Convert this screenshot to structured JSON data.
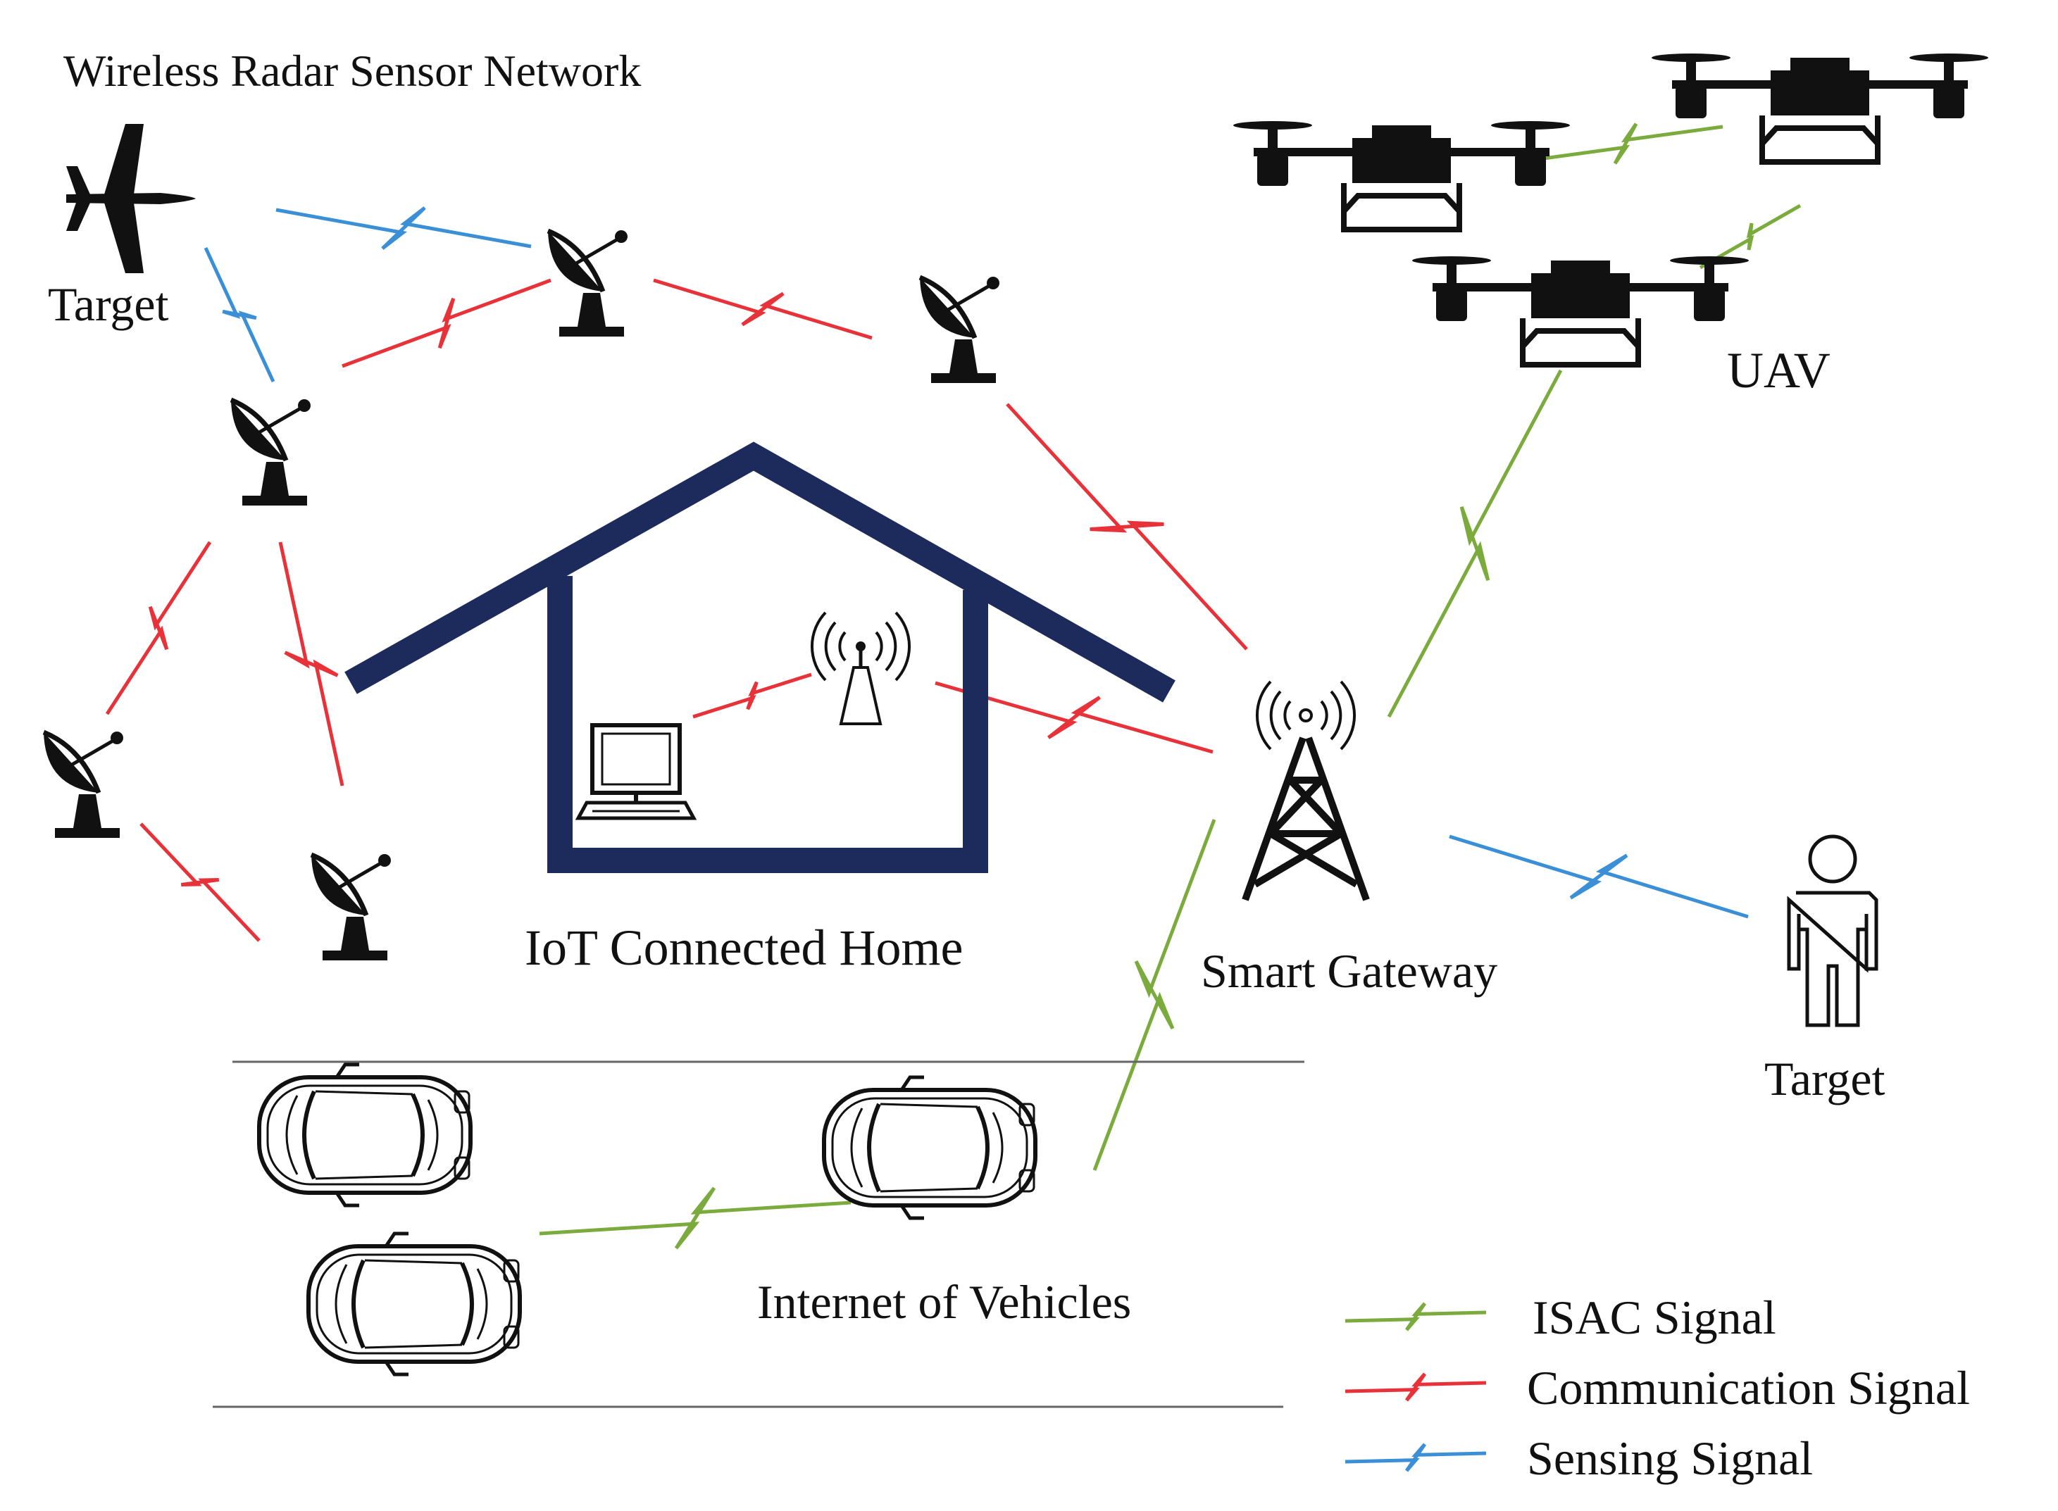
{
  "labels": {
    "radar_network": "Wireless Radar Sensor Network",
    "target_plane": "Target",
    "uav": "UAV",
    "home": "IoT Connected Home",
    "gateway": "Smart Gateway",
    "target_person": "Target",
    "vehicles": "Internet of Vehicles"
  },
  "legend": [
    {
      "label": "ISAC Signal",
      "color": "#7aab3c"
    },
    {
      "label": "Communication Signal",
      "color": "#e8323a"
    },
    {
      "label": "Sensing Signal",
      "color": "#3a8fd6"
    }
  ],
  "colors": {
    "isac": "#7aab3c",
    "communication": "#e8323a",
    "sensing": "#3a8fd6",
    "house": "#1c2a5c",
    "ink": "#111111"
  },
  "icons": [
    "plane-icon",
    "radar-dish-icon",
    "drone-icon",
    "house-icon",
    "computer-icon",
    "antenna-icon",
    "tower-icon",
    "person-icon",
    "car-icon"
  ]
}
